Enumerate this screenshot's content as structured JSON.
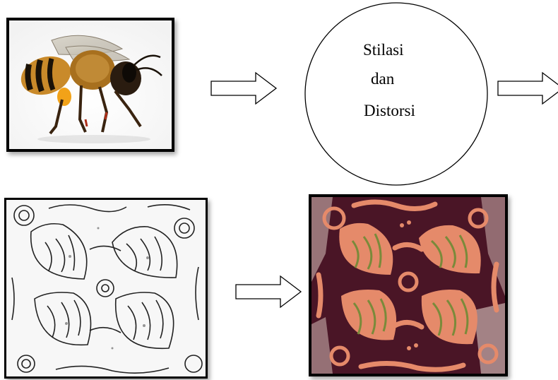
{
  "diagram": {
    "process": {
      "line1": "Stilasi",
      "line2": "dan",
      "line3": "Distorsi"
    },
    "panels": {
      "source_image": "honey-bee-photo",
      "sketch_image": "stylized-batik-line-drawing",
      "result_image": "batik-fabric-photo"
    },
    "colors": {
      "border": "#000000",
      "batik_background": "#4a1526",
      "batik_motif": "#e58a6a",
      "batik_accent": "#7a8a3a"
    }
  }
}
